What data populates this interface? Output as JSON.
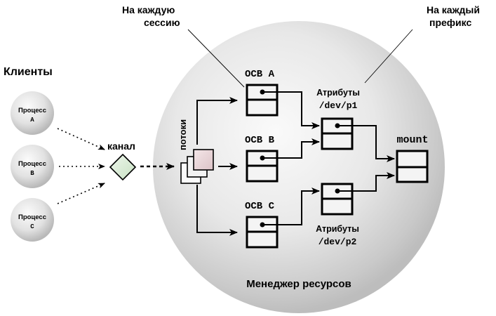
{
  "title": "Менеджер ресурсов",
  "clients": {
    "heading": "Клиенты",
    "processes": [
      {
        "label": "Процесс",
        "id": "A"
      },
      {
        "label": "Процесс",
        "id": "B"
      },
      {
        "label": "Процесс",
        "id": "C"
      }
    ]
  },
  "channel": {
    "label": "канал",
    "color": "#d3e8cf"
  },
  "threads": {
    "label": "потоки",
    "color": "#e6cfd2"
  },
  "ocbs": [
    {
      "label": "OCB A"
    },
    {
      "label": "OCB B"
    },
    {
      "label": "OCB C"
    }
  ],
  "attributes": [
    {
      "label": "Атрибуты",
      "path": "/dev/p1"
    },
    {
      "label": "Атрибуты",
      "path": "/dev/p2"
    }
  ],
  "mount": {
    "label": "mount"
  },
  "annotations": {
    "per_session": [
      "На каждую",
      "сессию"
    ],
    "per_prefix": [
      "На каждый",
      "префикс"
    ]
  },
  "colors": {
    "sphere_light": "#fafafa",
    "sphere_dark": "#bdbdbd",
    "box_fill": "#f4f4f4"
  }
}
